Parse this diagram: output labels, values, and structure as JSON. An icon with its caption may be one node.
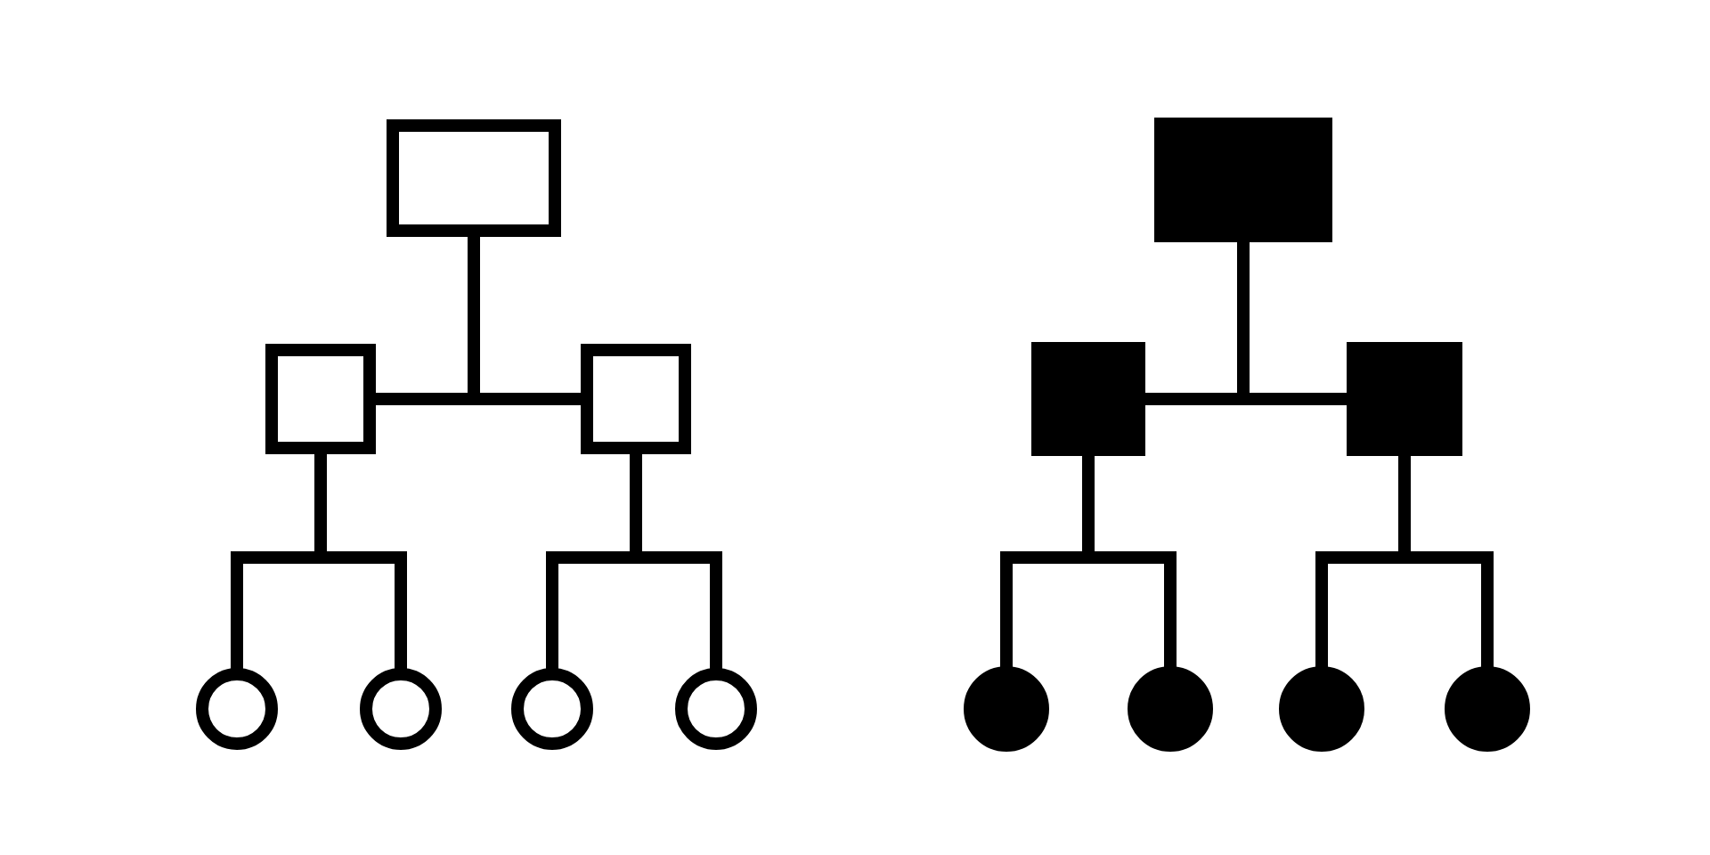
{
  "diagram": {
    "nodes": [
      {
        "text": [],
        "shape": "box"
      },
      {
        "text": [],
        "shape": "box"
      },
      {
        "text": [],
        "shape": "box"
      },
      {
        "text": [],
        "shape": "circle"
      },
      {
        "text": [],
        "shape": "circle"
      },
      {
        "text": [],
        "shape": "circle"
      },
      {
        "text": [],
        "shape": "circle"
      },
      {
        "text": [],
        "shape": "box"
      },
      {
        "text": [],
        "shape": "box"
      },
      {
        "text": [],
        "shape": "box"
      },
      {
        "text": [],
        "shape": "circle"
      },
      {
        "text": [],
        "shape": "circle"
      },
      {
        "text": [],
        "shape": "circle"
      },
      {
        "text": [],
        "shape": "circle"
      }
    ],
    "edges": [
      {
        "from": 0,
        "to": 1,
        "arrow": "none"
      },
      {
        "from": 0,
        "to": 2,
        "arrow": "none"
      },
      {
        "from": 1,
        "to": 3,
        "arrow": "none"
      },
      {
        "from": 1,
        "to": 4,
        "arrow": "none"
      },
      {
        "from": 2,
        "to": 5,
        "arrow": "none"
      },
      {
        "from": 2,
        "to": 6,
        "arrow": "none"
      },
      {
        "from": 7,
        "to": 8,
        "arrow": "none"
      },
      {
        "from": 7,
        "to": 9,
        "arrow": "none"
      },
      {
        "from": 8,
        "to": 10,
        "arrow": "none"
      },
      {
        "from": 8,
        "to": 11,
        "arrow": "none"
      },
      {
        "from": 9,
        "to": 12,
        "arrow": "none"
      },
      {
        "from": 9,
        "to": 13,
        "arrow": "none"
      }
    ]
  }
}
